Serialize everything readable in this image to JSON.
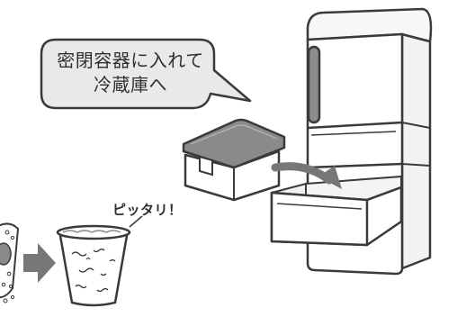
{
  "bubble": {
    "line1": "密閉容器に入れて",
    "line2": "冷蔵庫へ"
  },
  "callout": {
    "text": "ピッタリ！"
  },
  "colors": {
    "outline": "#3a3a3a",
    "bubble_fill": "#e9e9e9",
    "lid_fill": "#8a8a8a",
    "fridge_fill": "#ffffff",
    "handle_fill": "#8c8c8c",
    "arrow_fill": "#777777"
  },
  "icons": {
    "fridge": "refrigerator-illustration",
    "container": "sealed-container-illustration",
    "cup": "cup-illustration",
    "arrow": "right-arrow-icon"
  }
}
